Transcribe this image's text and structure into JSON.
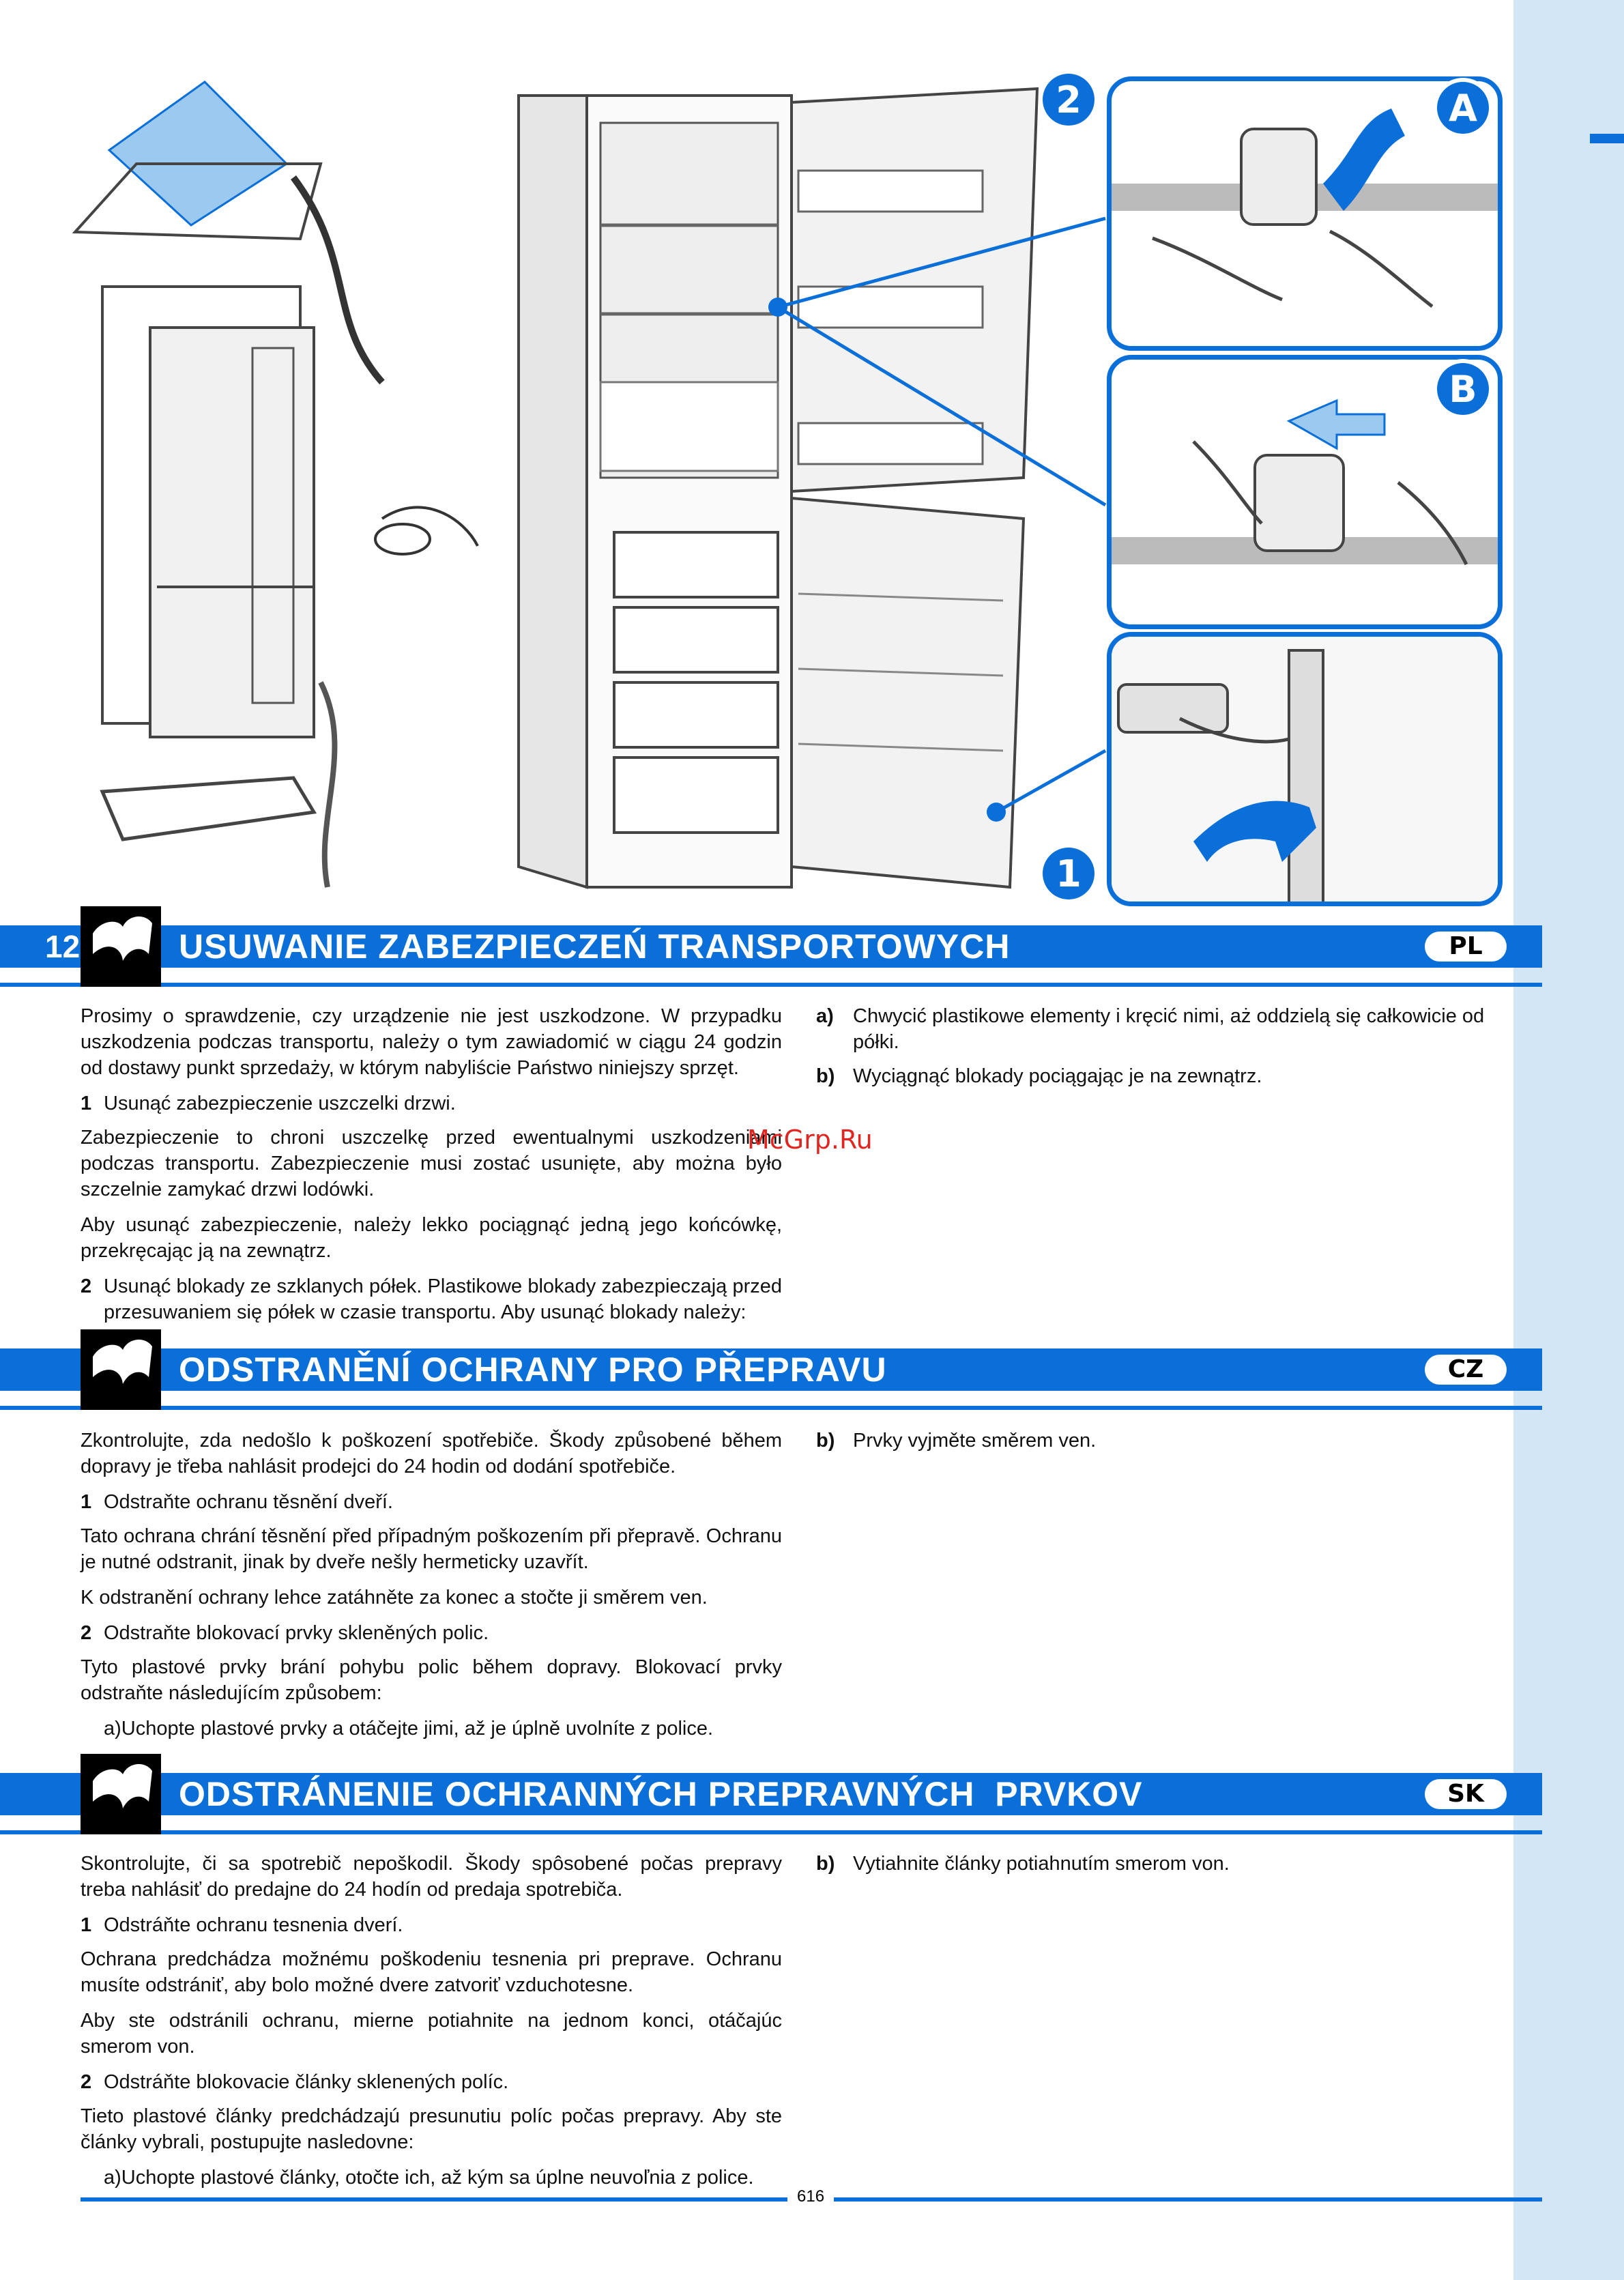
{
  "illustration": {
    "callouts": [
      "2",
      "A",
      "B",
      "1"
    ]
  },
  "watermark": "McGrp.Ru",
  "sections": {
    "pl": {
      "page_number": "12",
      "title": "USUWANIE ZABEZPIECZEŃ TRANSPORTOWYCH",
      "lang": "PL",
      "intro": "Prosimy o sprawdzenie, czy urządzenie nie jest uszkodzone. W przypadku uszkodzenia podczas transportu, należy o tym zawiadomić w ciągu 24 godzin od dostawy punkt sprzedaży, w którym nabyliście Państwo niniejszy sprzęt.",
      "item1_num": "1",
      "item1": "Usunąć zabezpieczenie uszczelki drzwi.",
      "item1_p1": "Zabezpieczenie to chroni uszczelkę przed ewentualnymi uszkodzeniami podczas transportu. Zabezpieczenie musi zostać usunięte, aby można było szczelnie zamykać drzwi lodówki.",
      "item1_p2": "Aby usunąć zabezpieczenie, należy lekko pociągnąć jedną jego końcówkę, przekręcając ją na zewnątrz.",
      "item2_num": "2",
      "item2": "Usunąć blokady ze szklanych półek. Plastikowe blokady zabezpieczają przed przesuwaniem się półek w czasie transportu. Aby usunąć   blokady należy:",
      "a_label": "a)",
      "a_text": "Chwycić plastikowe elementy i kręcić nimi, aż oddzielą się całkowicie od półki.",
      "b_label": "b)",
      "b_text": "Wyciągnąć blokady pociągając je na zewnątrz."
    },
    "cz": {
      "title": "ODSTRANĚNÍ OCHRANY PRO PŘEPRAVU",
      "lang": "CZ",
      "intro": "Zkontrolujte, zda nedošlo k poškození spotřebiče. Škody způsobené během dopravy je třeba nahlásit prodejci do 24 hodin od dodání spotřebiče.",
      "item1_num": "1",
      "item1": "Odstraňte ochranu těsnění dveří.",
      "item1_p1": "Tato ochrana chrání těsnění před případným poškozením při přepravě. Ochranu je nutné odstranit, jinak by dveře nešly hermeticky uzavřít.",
      "item1_p2": "K odstranění ochrany lehce zatáhněte za konec a stočte ji směrem ven.",
      "item2_num": "2",
      "item2": "Odstraňte blokovací prvky skleněných polic.",
      "item2_p1": "Tyto plastové prvky brání pohybu polic během dopravy. Blokovací prvky odstraňte následujícím způsobem:",
      "a_label": "a)",
      "a_text": "Uchopte plastové prvky a otáčejte jimi, až je úplně uvolníte z police.",
      "b_label": "b)",
      "b_text": "Prvky vyjměte směrem ven."
    },
    "sk": {
      "title": "ODSTRÁNENIE OCHRANNÝCH PREPRAVNÝCH  PRVKOV",
      "lang": "SK",
      "intro": "Skontrolujte, či sa spotrebič nepoškodil. Škody spôsobené počas prepravy treba nahlásiť do predajne do 24 hodín od predaja spotrebiča.",
      "item1_num": "1",
      "item1": "Odstráňte ochranu tesnenia dverí.",
      "item1_p1": "Ochrana predchádza možnému poškodeniu tesnenia pri preprave. Ochranu musíte odstrániť, aby bolo možné dvere zatvoriť vzduchotesne.",
      "item1_p2": "Aby ste odstránili ochranu, mierne potiahnite na jednom konci, otáčajúc smerom von.",
      "item2_num": "2",
      "item2": "Odstráňte blokovacie články sklenených políc.",
      "item2_p1": "Tieto plastové články predchádzajú presunutiu políc počas prepravy. Aby ste články vybrali, postupujte nasledovne:",
      "a_label": "a)",
      "a_text": "Uchopte plastové články, otočte ich, až kým sa úplne neuvoľnia z police.",
      "b_label": "b)",
      "b_text": "Vytiahnite články potiahnutím smerom von."
    }
  },
  "footer": {
    "page": "616"
  },
  "colors": {
    "accent": "#0a6fd8",
    "sidebar": "#d3e6f6",
    "watermark": "#e0241f"
  }
}
